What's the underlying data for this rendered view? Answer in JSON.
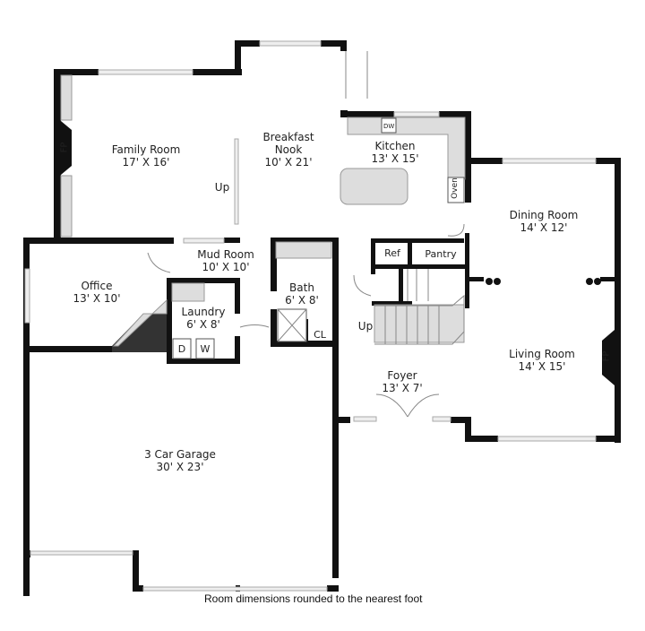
{
  "floor_plan": {
    "rooms": [
      {
        "id": "family",
        "name": "Family Room",
        "dims": "17' X 16'"
      },
      {
        "id": "breakfast",
        "name": "Breakfast",
        "name2": "Nook",
        "dims": "10' X 21'"
      },
      {
        "id": "kitchen",
        "name": "Kitchen",
        "dims": "13' X 15'"
      },
      {
        "id": "dining",
        "name": "Dining Room",
        "dims": "14' X 12'"
      },
      {
        "id": "mud",
        "name": "Mud Room",
        "dims": "10' X 10'"
      },
      {
        "id": "office",
        "name": "Office",
        "dims": "13' X 10'"
      },
      {
        "id": "laundry",
        "name": "Laundry",
        "dims": "6' X 8'"
      },
      {
        "id": "bath",
        "name": "Bath",
        "dims": "6' X 8'"
      },
      {
        "id": "living",
        "name": "Living Room",
        "dims": "14' X 15'"
      },
      {
        "id": "foyer",
        "name": "Foyer",
        "dims": "13' X 7'"
      },
      {
        "id": "garage",
        "name": "3 Car Garage",
        "dims": "30' X 23'"
      }
    ],
    "fixtures": {
      "fp_family": "FP",
      "fp_living": "FP",
      "dw": "DW",
      "oven": "Oven",
      "ref": "Ref",
      "pantry": "Pantry",
      "dryer": "D",
      "washer": "W",
      "closet": "CL",
      "up_family": "Up",
      "up_foyer": "Up"
    },
    "footer": "Room dimensions rounded to the nearest foot"
  }
}
